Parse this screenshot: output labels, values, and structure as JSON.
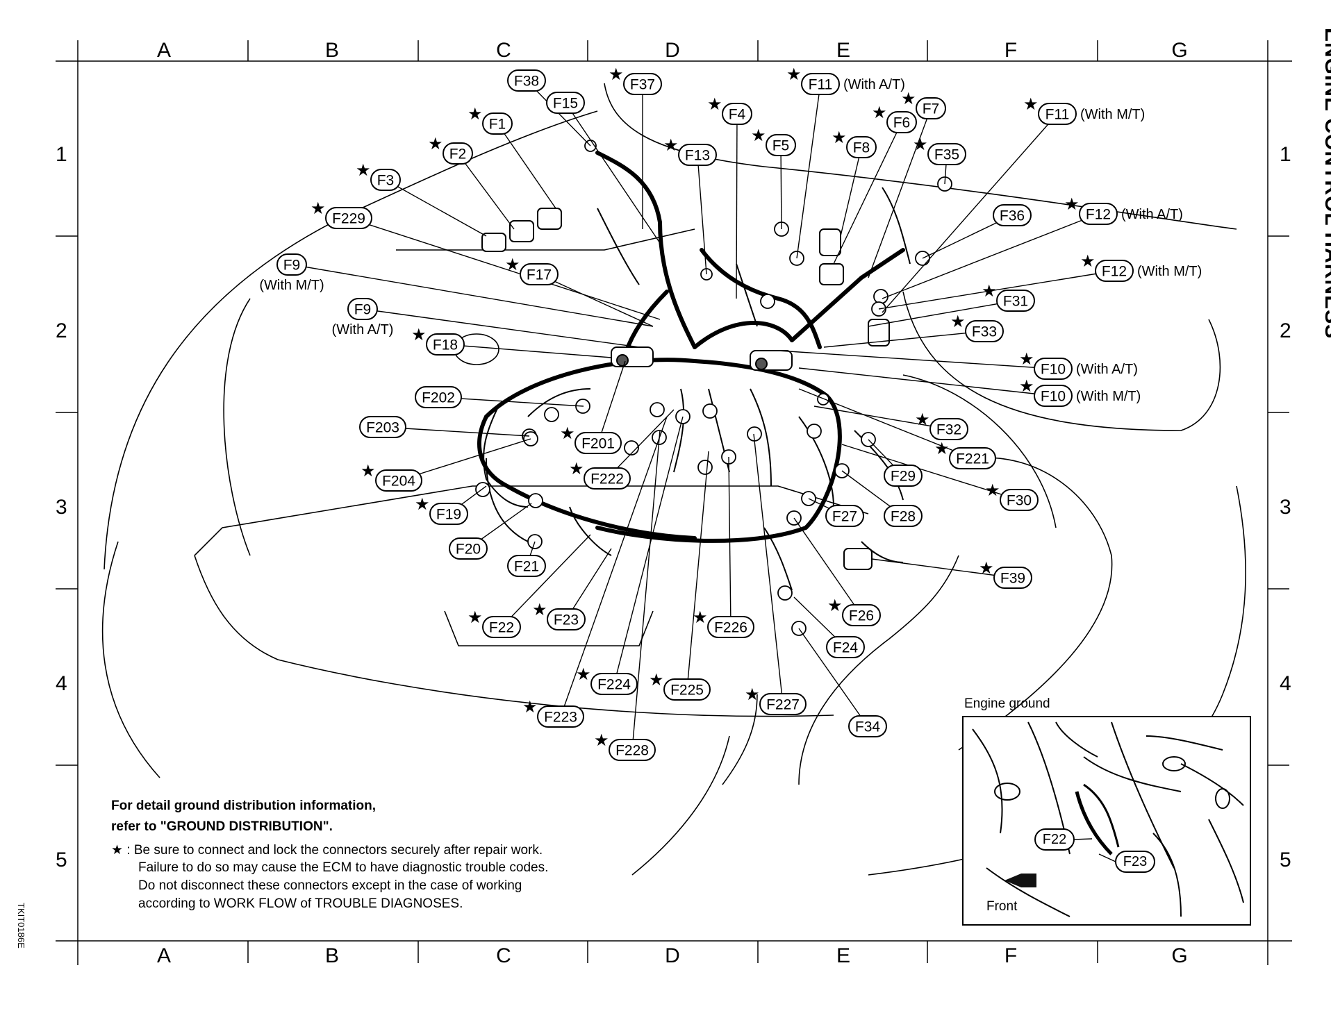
{
  "title": "ENGINE CONTROL HARNESS",
  "grid": {
    "columns": [
      "A",
      "B",
      "C",
      "D",
      "E",
      "F",
      "G"
    ],
    "rows": [
      "1",
      "2",
      "3",
      "4",
      "5"
    ]
  },
  "connectors": [
    {
      "id": "F38",
      "label": "F38",
      "star": false
    },
    {
      "id": "F37",
      "label": "F37",
      "star": true
    },
    {
      "id": "F15",
      "label": "F15",
      "star": false
    },
    {
      "id": "F1",
      "label": "F1",
      "star": true
    },
    {
      "id": "F2",
      "label": "F2",
      "star": true
    },
    {
      "id": "F3",
      "label": "F3",
      "star": true
    },
    {
      "id": "F229",
      "label": "F229",
      "star": true
    },
    {
      "id": "F9mt",
      "label": "F9",
      "star": false,
      "note": "(With M/T)"
    },
    {
      "id": "F9at",
      "label": "F9",
      "star": false,
      "note": "(With A/T)"
    },
    {
      "id": "F18",
      "label": "F18",
      "star": true
    },
    {
      "id": "F17",
      "label": "F17",
      "star": true
    },
    {
      "id": "F202",
      "label": "F202",
      "star": false
    },
    {
      "id": "F203",
      "label": "F203",
      "star": false
    },
    {
      "id": "F201",
      "label": "F201",
      "star": true
    },
    {
      "id": "F222",
      "label": "F222",
      "star": true
    },
    {
      "id": "F204",
      "label": "F204",
      "star": true
    },
    {
      "id": "F19",
      "label": "F19",
      "star": true
    },
    {
      "id": "F20",
      "label": "F20",
      "star": false
    },
    {
      "id": "F21",
      "label": "F21",
      "star": false
    },
    {
      "id": "F22",
      "label": "F22",
      "star": true
    },
    {
      "id": "F23",
      "label": "F23",
      "star": true
    },
    {
      "id": "F224",
      "label": "F224",
      "star": true
    },
    {
      "id": "F223",
      "label": "F223",
      "star": true
    },
    {
      "id": "F225",
      "label": "F225",
      "star": true
    },
    {
      "id": "F228",
      "label": "F228",
      "star": true
    },
    {
      "id": "F226",
      "label": "F226",
      "star": true
    },
    {
      "id": "F227",
      "label": "F227",
      "star": true
    },
    {
      "id": "F13",
      "label": "F13",
      "star": true
    },
    {
      "id": "F4",
      "label": "F4",
      "star": true
    },
    {
      "id": "F5",
      "label": "F5",
      "star": true
    },
    {
      "id": "F11at",
      "label": "F11",
      "star": true,
      "note": "(With A/T)"
    },
    {
      "id": "F6",
      "label": "F6",
      "star": true
    },
    {
      "id": "F8",
      "label": "F8",
      "star": true
    },
    {
      "id": "F35",
      "label": "F35",
      "star": true
    },
    {
      "id": "F7",
      "label": "F7",
      "star": true
    },
    {
      "id": "F11mt",
      "label": "F11",
      "star": true,
      "note": "(With M/T)"
    },
    {
      "id": "F36",
      "label": "F36",
      "star": false
    },
    {
      "id": "F12at",
      "label": "F12",
      "star": true,
      "note": "(With A/T)"
    },
    {
      "id": "F12mt",
      "label": "F12",
      "star": true,
      "note": "(With M/T)"
    },
    {
      "id": "F31",
      "label": "F31",
      "star": true
    },
    {
      "id": "F33",
      "label": "F33",
      "star": true
    },
    {
      "id": "F10at",
      "label": "F10",
      "star": true,
      "note": "(With A/T)"
    },
    {
      "id": "F10mt",
      "label": "F10",
      "star": true,
      "note": "(With M/T)"
    },
    {
      "id": "F32",
      "label": "F32",
      "star": true
    },
    {
      "id": "F221",
      "label": "F221",
      "star": true
    },
    {
      "id": "F29",
      "label": "F29",
      "star": false
    },
    {
      "id": "F30",
      "label": "F30",
      "star": true
    },
    {
      "id": "F27",
      "label": "F27",
      "star": false
    },
    {
      "id": "F28",
      "label": "F28",
      "star": false
    },
    {
      "id": "F39",
      "label": "F39",
      "star": true
    },
    {
      "id": "F26",
      "label": "F26",
      "star": true
    },
    {
      "id": "F24",
      "label": "F24",
      "star": false
    },
    {
      "id": "F34",
      "label": "F34",
      "star": false
    }
  ],
  "inset": {
    "title": "Engine ground",
    "labels": [
      "F22",
      "F23"
    ],
    "arrow_label": "Front"
  },
  "notes": {
    "ground_line1": "For detail ground distribution information,",
    "ground_line2": "refer to \"GROUND DISTRIBUTION\".",
    "star_symbol": "★",
    "star_line1": ": Be sure to connect and lock the connectors securely after repair work.",
    "star_line2": "Failure to do so may cause the ECM to have diagnostic trouble codes.",
    "star_line3": "Do not disconnect these connectors except in the case of working",
    "star_line4": "according to WORK FLOW of TROUBLE DIAGNOSES."
  },
  "doc_id": "TKIT0186E"
}
